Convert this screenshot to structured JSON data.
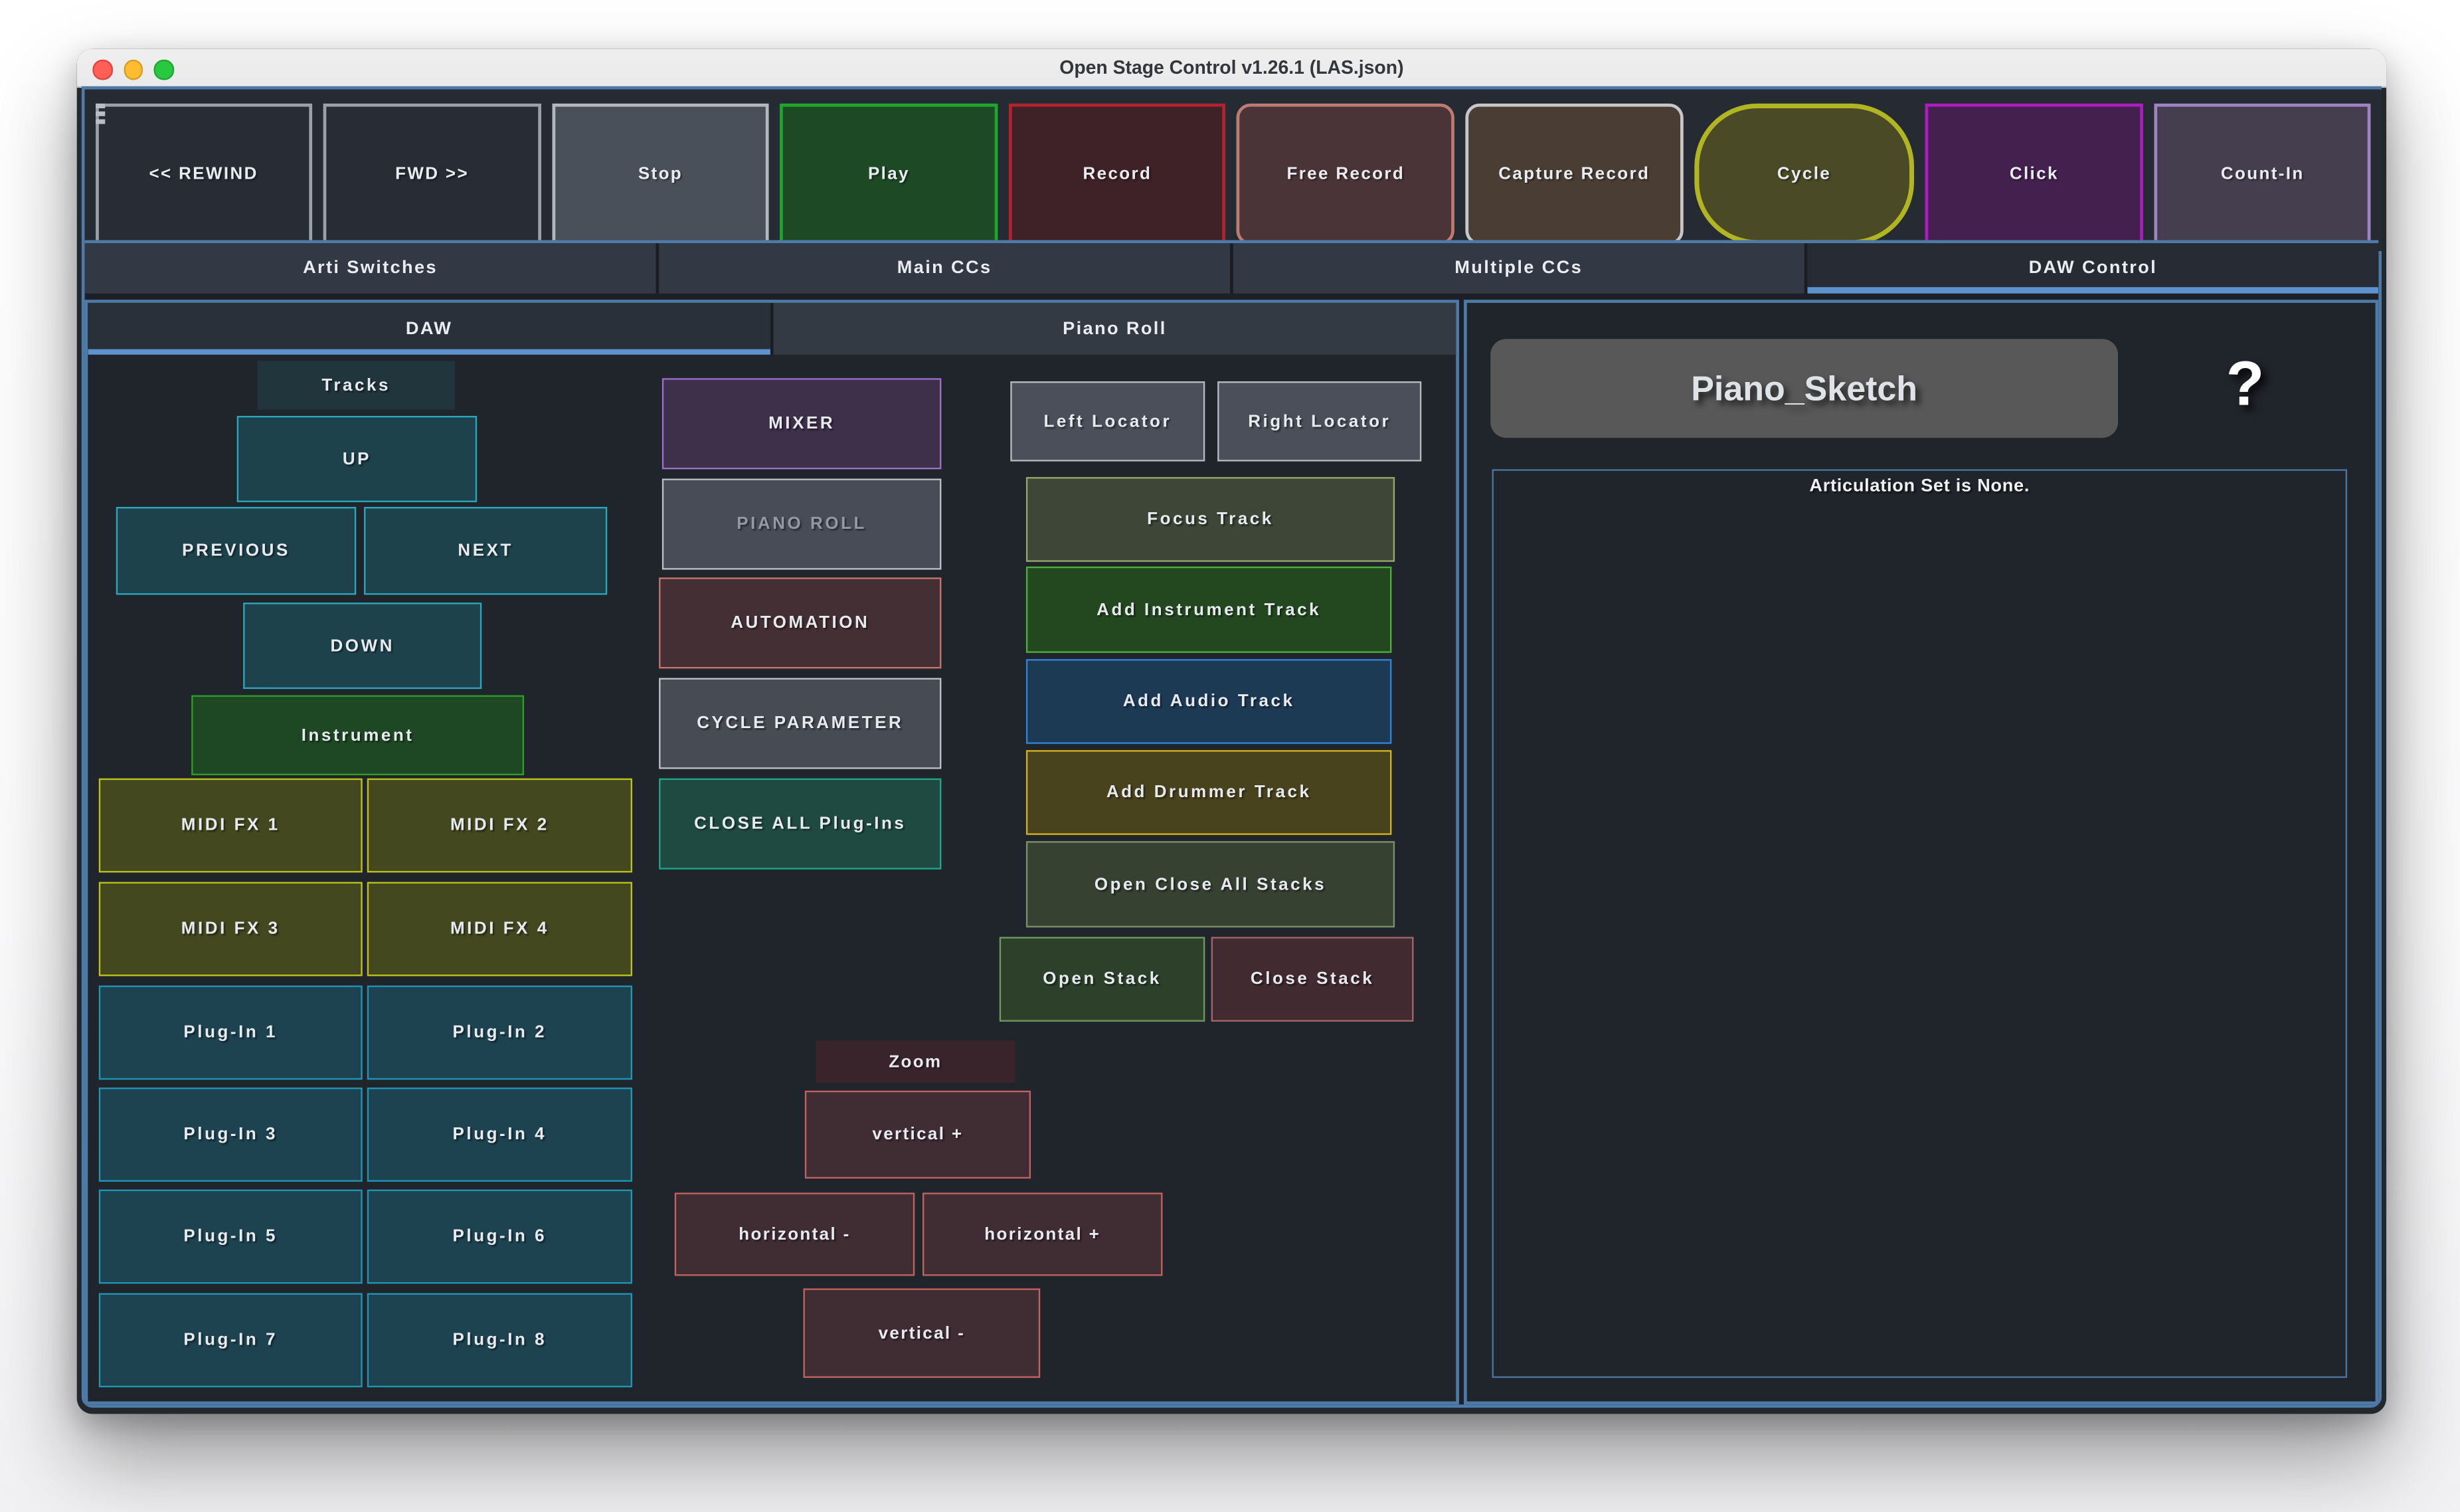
{
  "window": {
    "title": "Open Stage Control v1.26.1 (LAS.json)"
  },
  "toolbar": {
    "buttons": [
      {
        "label": "<< REWIND"
      },
      {
        "label": "FWD >>"
      },
      {
        "label": "Stop"
      },
      {
        "label": "Play"
      },
      {
        "label": "Record"
      },
      {
        "label": "Free Record"
      },
      {
        "label": "Capture Record"
      },
      {
        "label": "Cycle"
      },
      {
        "label": "Click"
      },
      {
        "label": "Count-In"
      }
    ]
  },
  "tabs": {
    "items": [
      {
        "label": "Arti Switches",
        "active": false
      },
      {
        "label": "Main CCs",
        "active": false
      },
      {
        "label": "Multiple CCs",
        "active": false
      },
      {
        "label": "DAW Control",
        "active": true
      }
    ]
  },
  "daw_tabs": {
    "items": [
      {
        "label": "DAW",
        "active": true
      },
      {
        "label": "Piano Roll",
        "active": false
      }
    ]
  },
  "daw": {
    "tracks_label": "Tracks",
    "nav": {
      "up": "UP",
      "previous": "PREVIOUS",
      "next": "NEXT",
      "down": "DOWN",
      "instrument": "Instrument"
    },
    "midi_fx": [
      "MIDI FX 1",
      "MIDI FX 2",
      "MIDI FX 3",
      "MIDI FX 4"
    ],
    "plugins": [
      "Plug-In 1",
      "Plug-In 2",
      "Plug-In 3",
      "Plug-In 4",
      "Plug-In 5",
      "Plug-In 6",
      "Plug-In 7",
      "Plug-In 8"
    ],
    "views": {
      "mixer": "MIXER",
      "piano_roll": "PIANO ROLL",
      "automation": "AUTOMATION",
      "cycle_parameter": "CYCLE PARAMETER",
      "close_all": "CLOSE ALL Plug-Ins"
    },
    "locators": {
      "left": "Left Locator",
      "right": "Right Locator"
    },
    "tracks": {
      "focus": "Focus Track",
      "add_instrument": "Add Instrument Track",
      "add_audio": "Add Audio Track",
      "add_drummer": "Add Drummer Track",
      "open_close_all": "Open Close All Stacks"
    },
    "stacks": {
      "open": "Open Stack",
      "close": "Close Stack"
    },
    "zoom": {
      "label": "Zoom",
      "vertical_plus": "vertical +",
      "horizontal_minus": "horizontal -",
      "horizontal_plus": "horizontal +",
      "vertical_minus": "vertical -"
    }
  },
  "daw_control": {
    "track_name": "Piano_Sketch",
    "help": "?",
    "articulation_status": "Articulation Set is None."
  },
  "colors": {
    "panel_border_blue": "#4d7aa6",
    "active_tab_underline": "#5d92cd",
    "content_background": "#1d2127",
    "toolbar_background": "#262b33",
    "play_green": "#1ea62c",
    "record_red": "#b2232b",
    "cycle_yellow": "#b1b522",
    "click_magenta": "#ab1dbd",
    "nav_cyan": "#2aa7bd",
    "midi_fx_yellow": "#bdc21b",
    "plugin_teal": "#1f94b4"
  }
}
